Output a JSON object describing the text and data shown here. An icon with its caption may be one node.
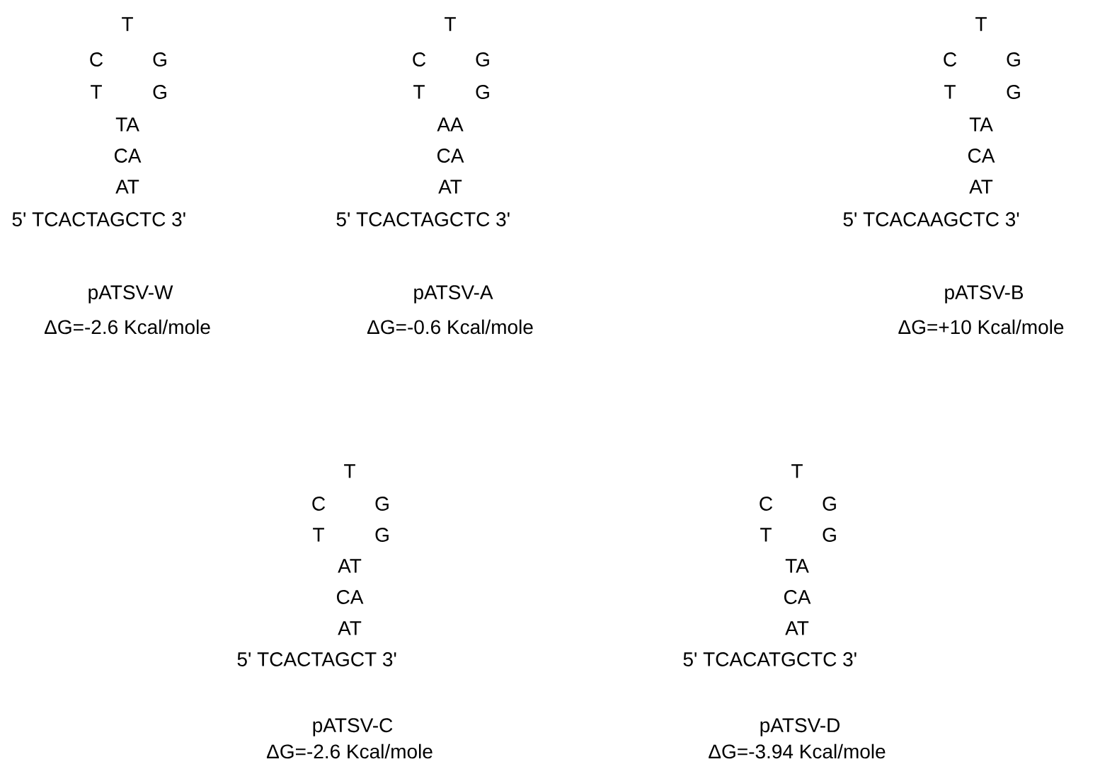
{
  "diagram": {
    "labels": [
      "T",
      "C",
      "G",
      "T",
      "G",
      "TA",
      "CA",
      "AT",
      "5' TCACTAGCTC 3'",
      "pATSV-W",
      "ΔG=-2.6 Kcal/mole",
      "T",
      "C",
      "G",
      "T",
      "G",
      "AA",
      "CA",
      "AT",
      "5' TCACTAGCTC 3'",
      "pATSV-A",
      "ΔG=-0.6 Kcal/mole",
      "T",
      "C",
      "G",
      "T",
      "G",
      "TA",
      "CA",
      "AT",
      "5' TCACAAGCTC 3'",
      "pATSV-B",
      "ΔG=+10 Kcal/mole",
      "T",
      "C",
      "G",
      "T",
      "G",
      "AT",
      "CA",
      "AT",
      "5' TCACTAGCT 3'",
      "pATSV-C",
      "ΔG=-2.6 Kcal/mole",
      "T",
      "C",
      "G",
      "T",
      "G",
      "TA",
      "CA",
      "AT",
      "5' TCACATGCTC 3'",
      "pATSV-D",
      "ΔG=-3.94 Kcal/mole"
    ]
  }
}
